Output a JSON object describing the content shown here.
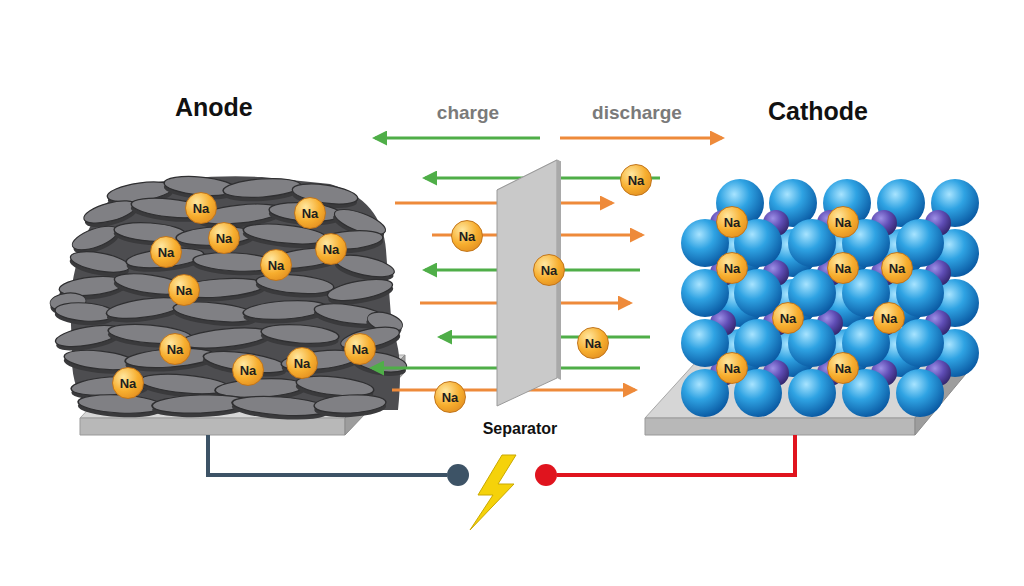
{
  "diagram": {
    "nodes": [
      {
        "text": [
          "Anode"
        ]
      },
      {
        "text": [
          "Na"
        ],
        "in": 0
      },
      {
        "text": [
          "Na"
        ],
        "in": 0
      },
      {
        "text": [
          "Na"
        ],
        "in": 0
      },
      {
        "text": [
          "Na"
        ],
        "in": 0
      },
      {
        "text": [
          "Na"
        ],
        "in": 0
      },
      {
        "text": [
          "Na"
        ],
        "in": 0
      },
      {
        "text": [
          "Na"
        ],
        "in": 0
      },
      {
        "text": [
          "Na"
        ],
        "in": 0
      },
      {
        "text": [
          "Na"
        ],
        "in": 0
      },
      {
        "text": [
          "Na"
        ],
        "in": 0
      },
      {
        "text": [
          "Na"
        ],
        "in": 0
      },
      {
        "text": [
          "Na"
        ],
        "in": 0
      },
      {
        "text": [
          "Separator"
        ]
      },
      {
        "text": [
          "Na"
        ]
      },
      {
        "text": [
          "Na"
        ]
      },
      {
        "text": [
          "Na"
        ]
      },
      {
        "text": [
          "Na"
        ]
      },
      {
        "text": [
          "Na"
        ]
      },
      {
        "text": [
          "Cathode"
        ]
      },
      {
        "text": [
          "Na"
        ],
        "in": 19
      },
      {
        "text": [
          "Na"
        ],
        "in": 19
      },
      {
        "text": [
          "Na"
        ],
        "in": 19
      },
      {
        "text": [
          "Na"
        ],
        "in": 19
      },
      {
        "text": [
          "Na"
        ],
        "in": 19
      },
      {
        "text": [
          "Na"
        ],
        "in": 19
      },
      {
        "text": [
          "Na"
        ],
        "in": 19
      },
      {
        "text": [
          "Na"
        ],
        "in": 19
      },
      {
        "text": [
          "Na"
        ],
        "in": 19
      }
    ],
    "labels": [
      "charge",
      "discharge"
    ]
  }
}
